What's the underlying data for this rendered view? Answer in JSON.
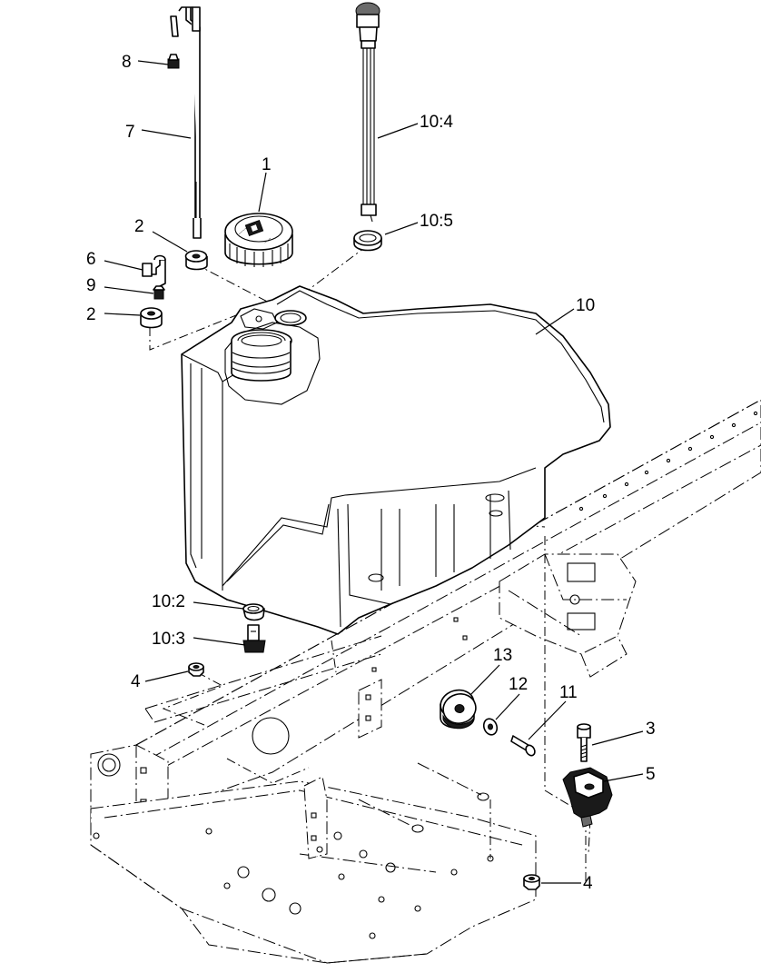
{
  "callouts": {
    "c8": "8",
    "c7": "7",
    "c1": "1",
    "c2a": "2",
    "c6": "6",
    "c9": "9",
    "c2b": "2",
    "c10_4": "10:4",
    "c10_5": "10:5",
    "c10": "10",
    "c10_2": "10:2",
    "c10_3": "10:3",
    "c4a": "4",
    "c13": "13",
    "c12": "12",
    "c11": "11",
    "c3": "3",
    "c5": "5",
    "c4b": "4"
  }
}
